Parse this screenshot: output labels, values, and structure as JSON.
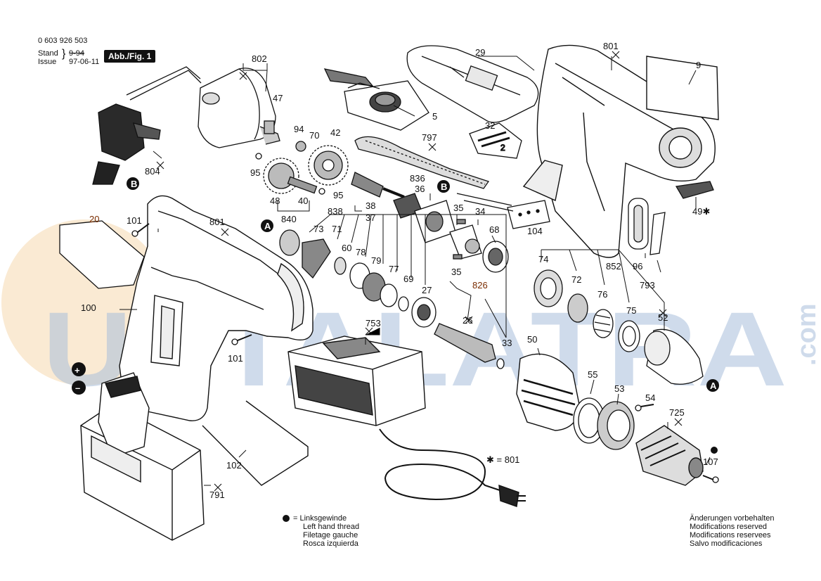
{
  "header": {
    "part_number": "0 603 926 503",
    "stand_label": "Stand",
    "issue_label": "Issue",
    "stand_value": "9-94",
    "issue_value": "97-06-11",
    "figure_label": "Abb./Fig. 1"
  },
  "watermark": {
    "text": "USTALATRA",
    "suffix": ".com",
    "color_blue": "#9fb7d6",
    "color_orange": "#f3c98e"
  },
  "part_labels": {
    "p802": "802",
    "p47": "47",
    "p29": "29",
    "p801a": "801",
    "p9": "9",
    "p5": "5",
    "p94": "94",
    "p70": "70",
    "p42": "42",
    "p797": "797",
    "p32": "32",
    "p804": "804",
    "p95a": "95",
    "p95b": "95",
    "p48": "48",
    "p40": "40",
    "p836": "836",
    "p36a": "36",
    "pBb": "B",
    "pBa": "B",
    "p838": "838",
    "p38": "38",
    "p37": "37",
    "p35a": "35",
    "p34": "34",
    "p104": "104",
    "p49": "49✱",
    "p20": "20",
    "p101a": "101",
    "p801b": "801",
    "pAa": "A",
    "p840": "840",
    "p73": "73",
    "p71": "71",
    "p60": "60",
    "p78": "78",
    "p79": "79",
    "p77": "77",
    "p69": "69",
    "p27": "27",
    "p68": "68",
    "p35b": "35",
    "p74": "74",
    "p72": "72",
    "p852": "852",
    "p76": "76",
    "p96": "96",
    "p793": "793",
    "p826": "826",
    "p75": "75",
    "p52": "52",
    "p100": "100",
    "p26": "26",
    "p33": "33",
    "p753": "753",
    "p50": "50",
    "p101b": "101",
    "pAb": "A",
    "p55": "55",
    "p53": "53",
    "p54": "54",
    "p725": "725",
    "p107": "107",
    "p102": "102",
    "p791": "791",
    "p801star": "✱ = 801",
    "plus": "+",
    "minus": "–"
  },
  "legend_left": {
    "line1": "= Linksgewinde",
    "line2": "Left hand thread",
    "line3": "Filetage gauche",
    "line4": "Rosca izquierda"
  },
  "legend_right": {
    "line1": "Änderungen vorbehalten",
    "line2": "Modifications reserved",
    "line3": "Modifications reservees",
    "line4": "Salvo modificaciones"
  }
}
